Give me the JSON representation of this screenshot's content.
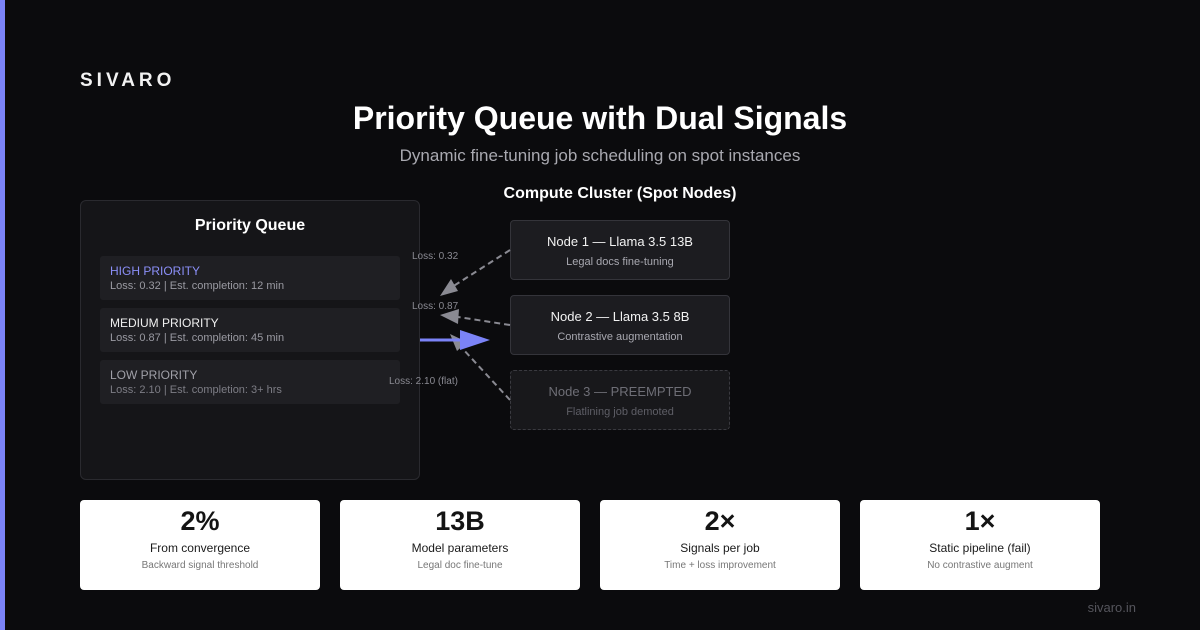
{
  "brand": "SIVARO",
  "title": "Priority Queue with Dual Signals",
  "subtitle": "Dynamic fine-tuning job scheduling on spot instances",
  "queue": {
    "title": "Priority Queue",
    "items": [
      {
        "label": "HIGH PRIORITY",
        "detail": "Loss: 0.32 | Est. completion: 12 min"
      },
      {
        "label": "MEDIUM PRIORITY",
        "detail": "Loss: 0.87 | Est. completion: 45 min"
      },
      {
        "label": "LOW PRIORITY",
        "detail": "Loss: 2.10 | Est. completion: 3+ hrs"
      }
    ]
  },
  "cluster": {
    "title": "Compute Cluster (Spot Nodes)",
    "nodes": [
      {
        "name": "Node 1 — Llama 3.5 13B",
        "desc": "Legal docs fine-tuning"
      },
      {
        "name": "Node 2 — Llama 3.5 8B",
        "desc": "Contrastive augmentation"
      },
      {
        "name": "Node 3 — PREEMPTED",
        "desc": "Flatlining job demoted"
      }
    ]
  },
  "signals": [
    "Loss: 0.32",
    "Loss: 0.87",
    "Loss: 2.10 (flat)"
  ],
  "stats": [
    {
      "value": "2%",
      "label": "From convergence",
      "sub": "Backward signal threshold"
    },
    {
      "value": "13B",
      "label": "Model parameters",
      "sub": "Legal doc fine-tune"
    },
    {
      "value": "2×",
      "label": "Signals per job",
      "sub": "Time + loss improvement"
    },
    {
      "value": "1×",
      "label": "Static pipeline (fail)",
      "sub": "No contrastive augment"
    }
  ],
  "footer": "sivaro.in",
  "colors": {
    "accent": "#7b83f7",
    "background": "#0b0b0d",
    "card": "#ffffff"
  }
}
